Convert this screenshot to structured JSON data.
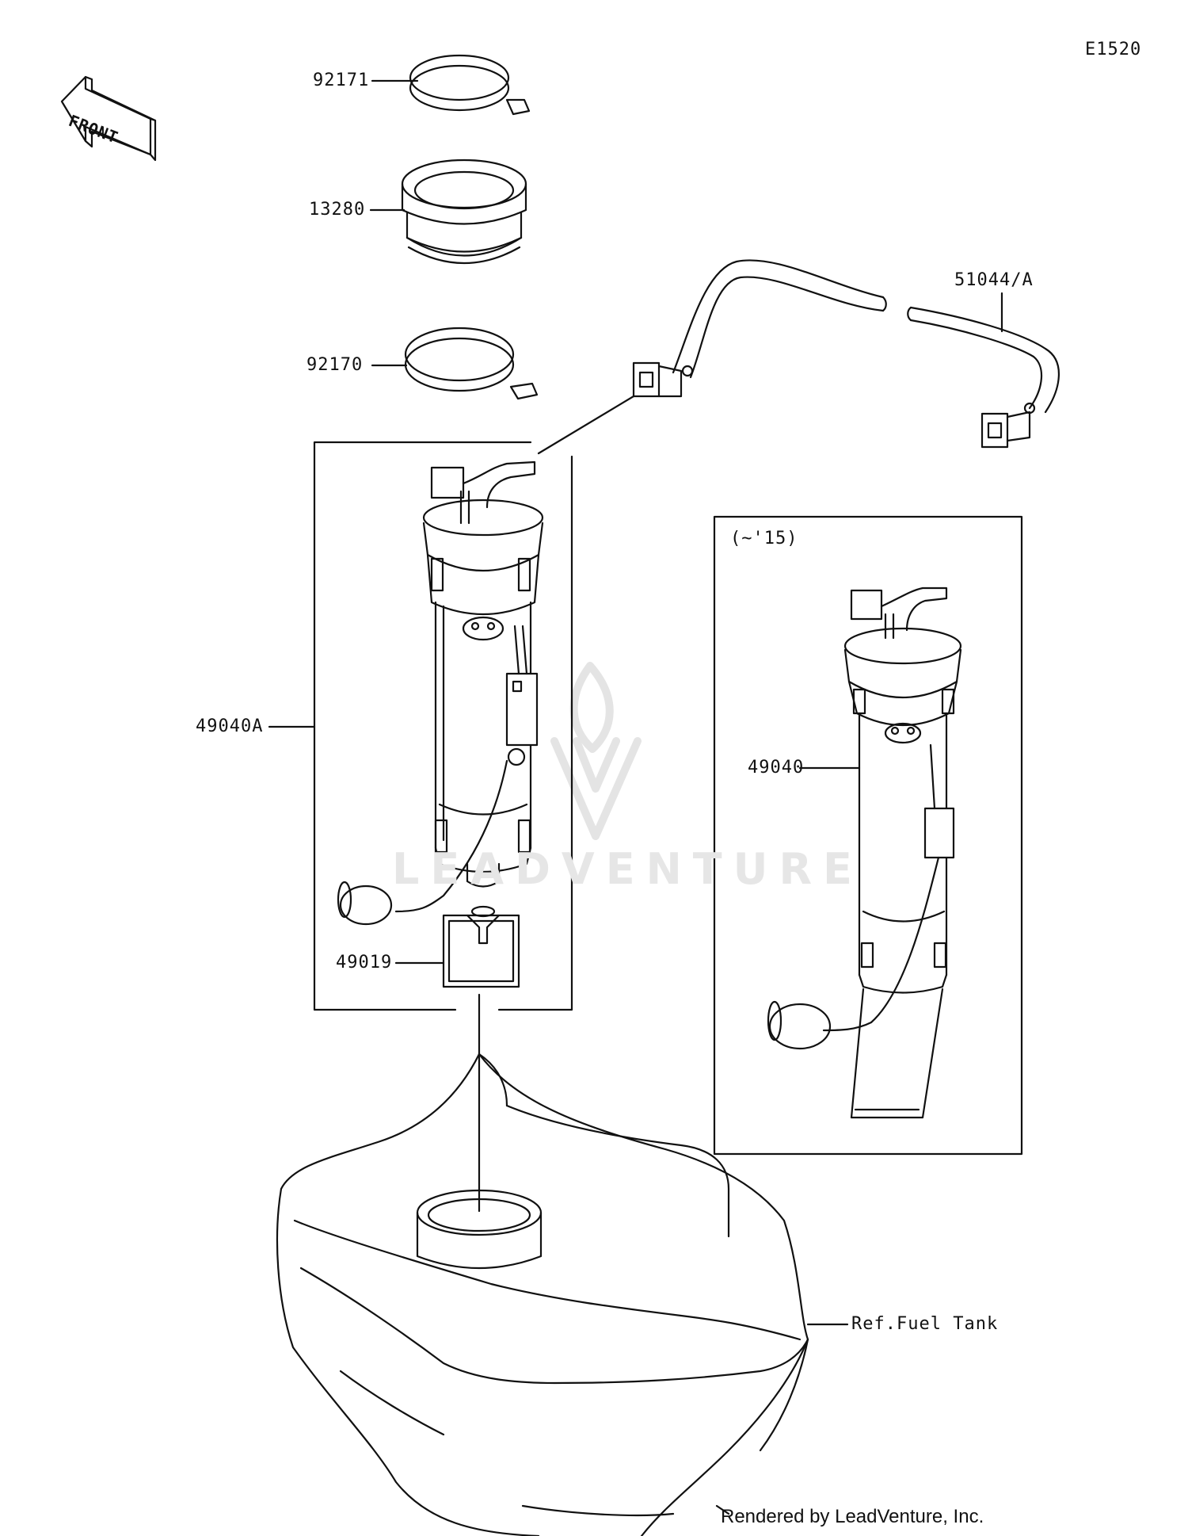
{
  "diagram_code": "E1520",
  "front_label": "FRONT",
  "parts": {
    "clamp_top": "92171",
    "seal": "13280",
    "clamp_bottom": "92170",
    "hose": "51044/A",
    "pump_assy_a": "49040A",
    "filter": "49019",
    "pump_assy": "49040",
    "fuel_tank_ref": "Ref.Fuel Tank"
  },
  "variant_box_label": "(~'15)",
  "watermark": "LEADVENTURE",
  "footer": "Rendered by LeadVenture, Inc."
}
